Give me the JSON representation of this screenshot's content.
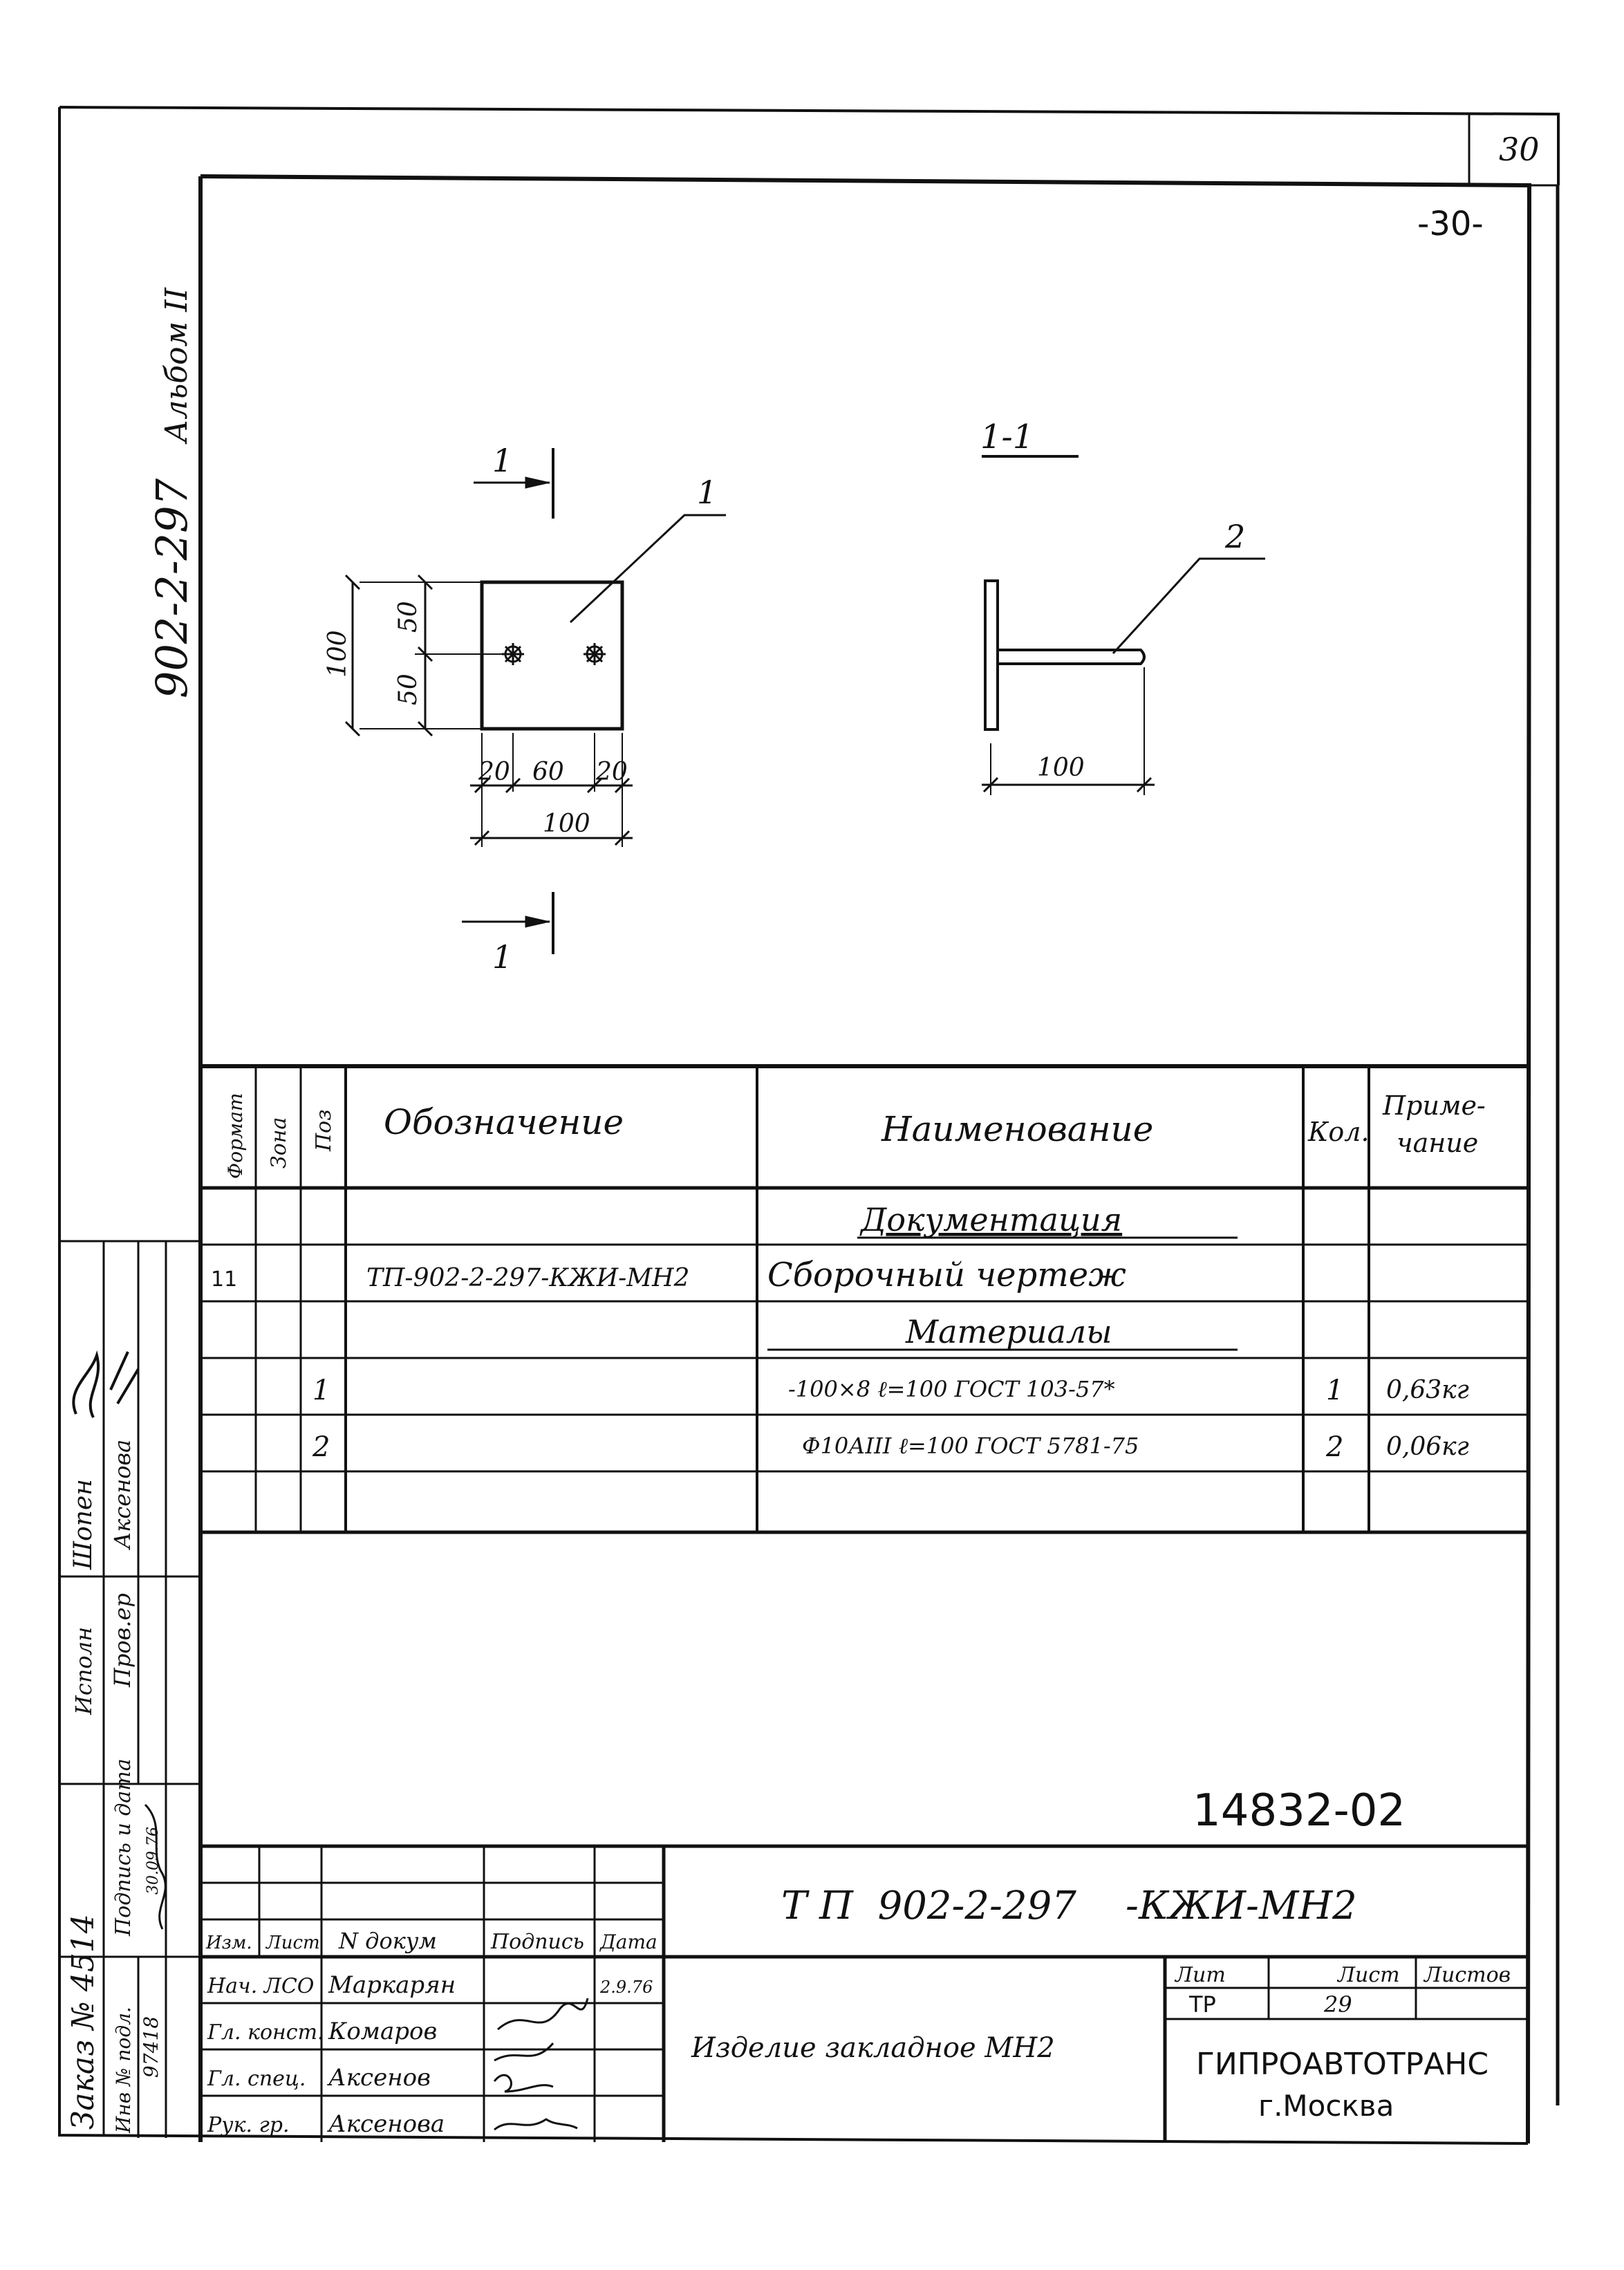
{
  "sheet": {
    "number": "30",
    "page_mark": "-30-",
    "archive_number": "14832-02"
  },
  "side_strip": {
    "project": "902-2-297",
    "album": "Альбом II",
    "role_executor": "Исполн",
    "role_checker": "Пров.ер",
    "executor_name": "Шопен",
    "checker_name": "Аксенова",
    "order": "Заказ № 4514",
    "sign_date_label": "Подпись и дата",
    "sign_date_value": "30.09.76",
    "inv_label": "Инв № подл.",
    "inv_value": "97418"
  },
  "drawing": {
    "section_mark": "1",
    "section_title": "1-1",
    "pos1": "1",
    "pos2": "2",
    "dim_100_left": "100",
    "dim_50_top": "50",
    "dim_50_bottom": "50",
    "dim_20_left": "20",
    "dim_60": "60",
    "dim_20_right": "20",
    "dim_100_bottom": "100",
    "dim_100_section": "100"
  },
  "spec": {
    "headers": {
      "format": "Формат",
      "zone": "Зона",
      "pos": "Поз",
      "designation": "Обозначение",
      "name": "Наименование",
      "qty": "Кол.",
      "note_line1": "Приме-",
      "note_line2": "чание"
    },
    "rows": [
      {
        "format": "",
        "zone": "",
        "pos": "",
        "designation": "",
        "name": "Документация",
        "qty": "",
        "note": ""
      },
      {
        "format": "11",
        "zone": "",
        "pos": "",
        "designation": "ТП-902-2-297-КЖИ-МН2",
        "name": "Сборочный чертеж",
        "qty": "",
        "note": ""
      },
      {
        "format": "",
        "zone": "",
        "pos": "",
        "designation": "",
        "name": "Материалы",
        "qty": "",
        "note": ""
      },
      {
        "format": "",
        "zone": "",
        "pos": "1",
        "designation": "",
        "name": "-100×8   ℓ=100 ГОСТ 103-57*",
        "qty": "1",
        "note": "0,63кг"
      },
      {
        "format": "",
        "zone": "",
        "pos": "2",
        "designation": "",
        "name": "Ф10АIII   ℓ=100 ГОСТ 5781-75",
        "qty": "2",
        "note": "0,06кг"
      },
      {
        "format": "",
        "zone": "",
        "pos": "",
        "designation": "",
        "name": "",
        "qty": "",
        "note": ""
      }
    ]
  },
  "title_block": {
    "code": "Т П  902-2-297    -КЖИ-МН2",
    "col_izm": "Изм.",
    "col_list": "Лист",
    "col_doc": "N докум",
    "col_sign": "Подпись",
    "col_date": "Дата",
    "people": [
      {
        "role": "Нач. ЛСО",
        "name": "Маркарян",
        "date": "2.9.76"
      },
      {
        "role": "Гл. конст.",
        "name": "Комаров",
        "date": ""
      },
      {
        "role": "Гл. спец.",
        "name": "Аксенов",
        "date": ""
      },
      {
        "role": "Рук. гр.",
        "name": "Аксенова",
        "date": ""
      }
    ],
    "product_name": "Изделие закладное МН2",
    "lit_label": "Лит",
    "sheet_label": "Лист",
    "sheets_label": "Листов",
    "stage": "ТР",
    "sheet_value": "29",
    "org": "ГИПРОАВТОТРАНС",
    "city": "г.Москва"
  },
  "colors": {
    "ink": "#111111",
    "paper": "#ffffff"
  }
}
